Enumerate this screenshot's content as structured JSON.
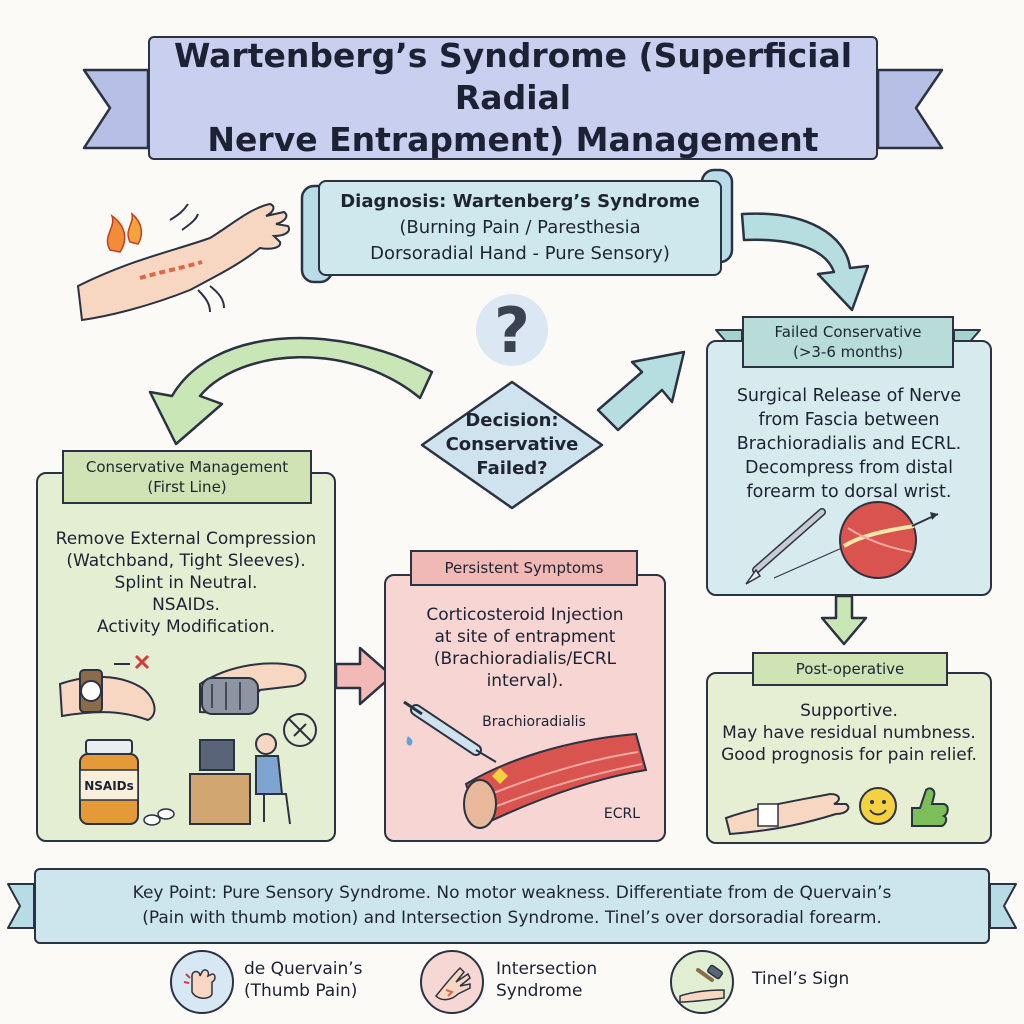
{
  "title": {
    "line1": "Wartenberg’s Syndrome (Superficial Radial",
    "line2": "Nerve Entrapment) Management"
  },
  "diagnosis": {
    "line1": "Diagnosis: Wartenberg’s Syndrome",
    "line2": "(Burning Pain / Paresthesia",
    "line3": "Dorsoradial Hand - Pure Sensory)"
  },
  "decision": {
    "line1": "Decision:",
    "line2": "Conservative",
    "line3": "Failed?"
  },
  "conservative": {
    "header1": "Conservative Management",
    "header2": "(First Line)",
    "body": [
      "Remove External Compression",
      "(Watchband, Tight Sleeves).",
      "Splint in Neutral.",
      "NSAIDs.",
      "Activity Modification."
    ],
    "nsaids_label": "NSAIDs"
  },
  "persistent": {
    "header": "Persistent Symptoms",
    "body": [
      "Corticosteroid Injection",
      "at site of entrapment",
      "(Brachioradialis/ECRL",
      "interval)."
    ],
    "label_brachioradialis": "Brachioradialis",
    "label_ecrl": "ECRL"
  },
  "failed": {
    "header1": "Failed Conservative",
    "header2": "(>3-6 months)",
    "body": [
      "Surgical Release of Nerve",
      "from Fascia between",
      "Brachioradialis and ECRL.",
      "Decompress from distal",
      "forearm to dorsal wrist."
    ]
  },
  "postop": {
    "header": "Post-operative",
    "body": [
      "Supportive.",
      "May have residual numbness.",
      "Good prognosis for pain relief."
    ]
  },
  "keypoint": {
    "line1": "Key Point: Pure Sensory Syndrome. No motor weakness. Differentiate from de Quervain’s",
    "line2": "(Pain with thumb motion) and Intersection Syndrome. Tinel’s over dorsoradial forearm."
  },
  "legend": {
    "dequervain1": "de Quervain’s",
    "dequervain2": "(Thumb Pain)",
    "intersection1": "Intersection",
    "intersection2": "Syndrome",
    "tinel": "Tinel’s Sign"
  },
  "colors": {
    "title_bg": "#c9cfef",
    "diagnosis_bg": "#cfe8ee",
    "conservative_bg": "#e3eed3",
    "persistent_bg": "#f6d5d3",
    "failed_bg": "#d7ebee",
    "postop_bg": "#e6efd4",
    "arrow_green": "#c9e6b6",
    "arrow_teal": "#b6dde0",
    "arrow_pink": "#f2b9b6"
  }
}
